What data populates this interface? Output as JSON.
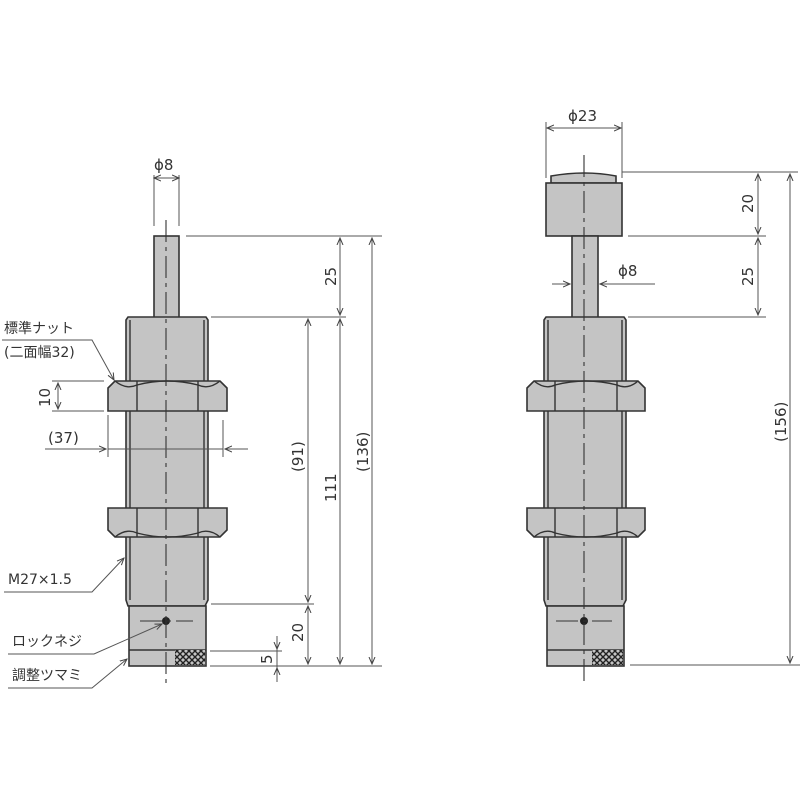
{
  "left_view": {
    "labels": {
      "standard_nut": "標準ナット",
      "across_flats": "(二面幅32)",
      "thread": "M27×1.5",
      "lock_screw": "ロックネジ",
      "adjust_knob": "調整ツマミ"
    },
    "dimensions": {
      "rod_diameter": "ϕ8",
      "stroke": "25",
      "body_length": "(91)",
      "total_body": "111",
      "overall": "(136)",
      "nut_thickness": "10",
      "nut_width": "(37)",
      "knob_length": "20",
      "knurl_length": "5"
    }
  },
  "right_view": {
    "dimensions": {
      "cap_diameter": "ϕ23",
      "cap_height": "20",
      "stroke": "25",
      "rod_diameter": "ϕ8",
      "overall": "(156)"
    }
  },
  "colors": {
    "body": "#c4c4c4",
    "line": "#333333",
    "dimension": "#555555"
  }
}
